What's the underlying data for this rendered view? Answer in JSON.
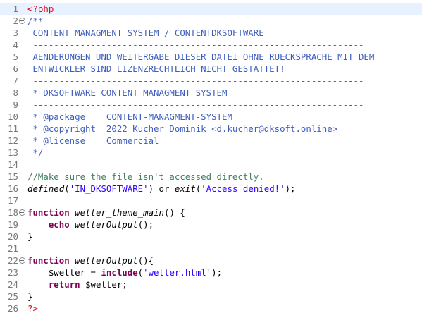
{
  "editor": {
    "colors": {
      "current_line": "#e8f2fe",
      "php_tag": "#e2001a",
      "doc_comment": "#3f5fbf",
      "line_comment": "#3f7f5f",
      "keyword": "#7f0055",
      "string": "#2a00ff"
    },
    "lines": [
      {
        "n": "1",
        "fold": false,
        "current": true,
        "tokens": [
          {
            "t": "<?php",
            "c": "c-php"
          }
        ]
      },
      {
        "n": "2",
        "fold": true,
        "tokens": [
          {
            "t": "/**",
            "c": "c-comment"
          }
        ]
      },
      {
        "n": "3",
        "fold": false,
        "tokens": [
          {
            "t": " CONTENT MANAGMENT SYSTEM / CONTENTDKSOFTWARE",
            "c": "c-comment"
          }
        ]
      },
      {
        "n": "4",
        "fold": false,
        "tokens": [
          {
            "t": " ---------------------------------------------------------------",
            "c": "c-comment"
          }
        ]
      },
      {
        "n": "5",
        "fold": false,
        "tokens": [
          {
            "t": " AENDERUNGEN UND WEITERGABE DIESER DATEI OHNE RUECKSPRACHE MIT DEM",
            "c": "c-comment"
          }
        ]
      },
      {
        "n": "6",
        "fold": false,
        "tokens": [
          {
            "t": " ENTWICKLER SIND LIZENZRECHTLICH NICHT GESTATTET!",
            "c": "c-comment"
          }
        ]
      },
      {
        "n": "7",
        "fold": false,
        "tokens": [
          {
            "t": " ---------------------------------------------------------------",
            "c": "c-comment"
          }
        ]
      },
      {
        "n": "8",
        "fold": false,
        "tokens": [
          {
            "t": " * DKSOFTWARE CONTENT MANAGMENT SYSTEM",
            "c": "c-comment"
          }
        ]
      },
      {
        "n": "9",
        "fold": false,
        "tokens": [
          {
            "t": " ---------------------------------------------------------------",
            "c": "c-comment"
          }
        ]
      },
      {
        "n": "10",
        "fold": false,
        "tokens": [
          {
            "t": " * @package    CONTENT-MANAGMENT-SYSTEM",
            "c": "c-comment"
          }
        ]
      },
      {
        "n": "11",
        "fold": false,
        "tokens": [
          {
            "t": " * @copyright  2022 Kucher Dominik <d.kucher@dksoft.online>",
            "c": "c-comment"
          }
        ]
      },
      {
        "n": "12",
        "fold": false,
        "tokens": [
          {
            "t": " * @license    Commercial",
            "c": "c-comment"
          }
        ]
      },
      {
        "n": "13",
        "fold": false,
        "tokens": [
          {
            "t": " */",
            "c": "c-comment"
          }
        ]
      },
      {
        "n": "14",
        "fold": false,
        "tokens": []
      },
      {
        "n": "15",
        "fold": false,
        "tokens": [
          {
            "t": "//Make sure the file isn't accessed directly.",
            "c": "c-lcomment"
          }
        ]
      },
      {
        "n": "16",
        "fold": false,
        "tokens": [
          {
            "t": "defined",
            "c": "c-fn"
          },
          {
            "t": "(",
            "c": "c-plain"
          },
          {
            "t": "'IN_DKSOFTWARE'",
            "c": "c-str"
          },
          {
            "t": ") or ",
            "c": "c-plain"
          },
          {
            "t": "exit",
            "c": "c-fn"
          },
          {
            "t": "(",
            "c": "c-plain"
          },
          {
            "t": "'Access denied!'",
            "c": "c-str"
          },
          {
            "t": ");",
            "c": "c-plain"
          }
        ]
      },
      {
        "n": "17",
        "fold": false,
        "tokens": []
      },
      {
        "n": "18",
        "fold": true,
        "tokens": [
          {
            "t": "function",
            "c": "c-kw"
          },
          {
            "t": " ",
            "c": "c-plain"
          },
          {
            "t": "wetter_theme_main",
            "c": "c-fn"
          },
          {
            "t": "() {",
            "c": "c-plain"
          }
        ]
      },
      {
        "n": "19",
        "fold": false,
        "tokens": [
          {
            "t": "    ",
            "c": "c-plain"
          },
          {
            "t": "echo",
            "c": "c-kw"
          },
          {
            "t": " ",
            "c": "c-plain"
          },
          {
            "t": "wetterOutput",
            "c": "c-fn"
          },
          {
            "t": "();",
            "c": "c-plain"
          }
        ]
      },
      {
        "n": "20",
        "fold": false,
        "tokens": [
          {
            "t": "}",
            "c": "c-plain"
          }
        ]
      },
      {
        "n": "21",
        "fold": false,
        "tokens": []
      },
      {
        "n": "22",
        "fold": true,
        "tokens": [
          {
            "t": "function",
            "c": "c-kw"
          },
          {
            "t": " ",
            "c": "c-plain"
          },
          {
            "t": "wetterOutput",
            "c": "c-fn"
          },
          {
            "t": "(){",
            "c": "c-plain"
          }
        ]
      },
      {
        "n": "23",
        "fold": false,
        "tokens": [
          {
            "t": "    ",
            "c": "c-plain"
          },
          {
            "t": "$wetter",
            "c": "c-var"
          },
          {
            "t": " = ",
            "c": "c-plain"
          },
          {
            "t": "include",
            "c": "c-kw"
          },
          {
            "t": "(",
            "c": "c-plain"
          },
          {
            "t": "'wetter.html'",
            "c": "c-str"
          },
          {
            "t": ");",
            "c": "c-plain"
          }
        ]
      },
      {
        "n": "24",
        "fold": false,
        "tokens": [
          {
            "t": "    ",
            "c": "c-plain"
          },
          {
            "t": "return",
            "c": "c-kw"
          },
          {
            "t": " ",
            "c": "c-plain"
          },
          {
            "t": "$wetter",
            "c": "c-var"
          },
          {
            "t": ";",
            "c": "c-plain"
          }
        ]
      },
      {
        "n": "25",
        "fold": false,
        "tokens": [
          {
            "t": "}",
            "c": "c-plain"
          }
        ]
      },
      {
        "n": "26",
        "fold": false,
        "tokens": [
          {
            "t": "?>",
            "c": "c-php"
          }
        ]
      }
    ]
  }
}
